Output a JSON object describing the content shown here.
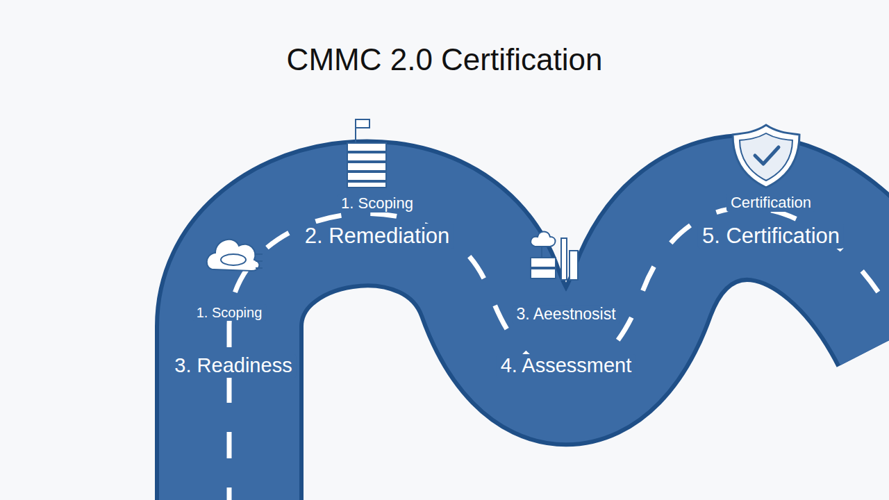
{
  "diagram": {
    "title": "CMMC 2.0 Certification",
    "labels": [
      "1. Scoping",
      "2. Remediation",
      "1. Scoping",
      "3. Readiness",
      "3. Aeestnosist",
      "4. Assessment",
      "Certification",
      "5. Certification"
    ]
  }
}
